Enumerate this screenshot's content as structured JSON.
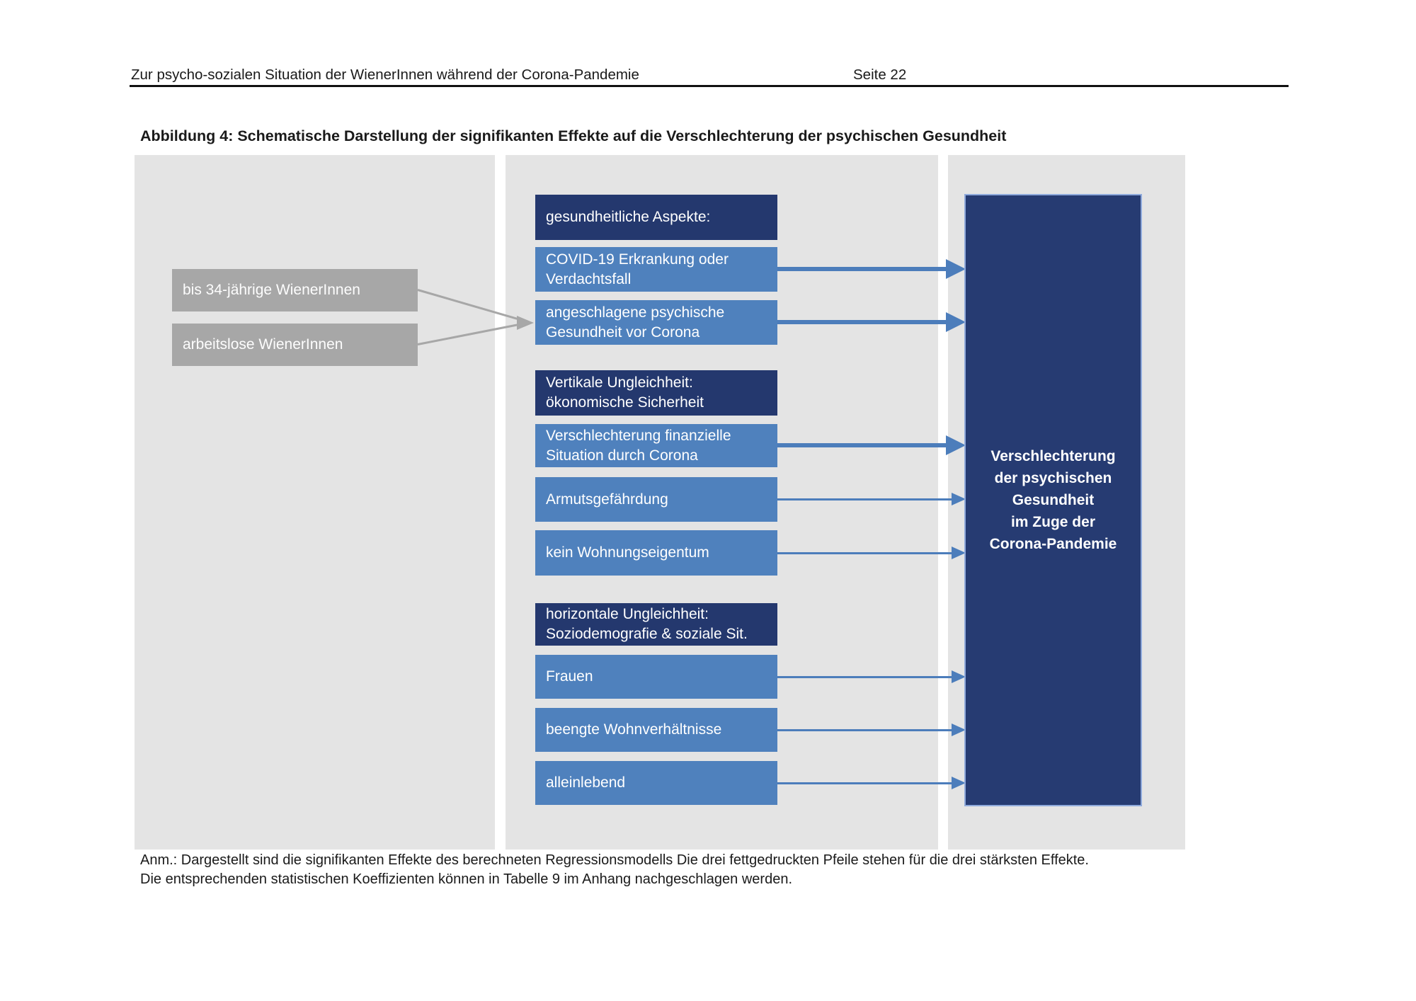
{
  "page": {
    "header": {
      "title": "Zur psycho-sozialen Situation der WienerInnen während der Corona-Pandemie",
      "page_label": "Seite 22"
    },
    "figure_title": "Abbildung 4: Schematische Darstellung der signifikanten Effekte auf die Verschlechterung der psychischen Gesundheit",
    "note_line1": "Anm.: Dargestellt sind die signifikanten Effekte des berechneten Regressionsmodells Die drei fettgedruckten Pfeile stehen für die drei stärksten Effekte.",
    "note_line2": "Die entsprechenden statistischen Koeffizienten können in Tabelle 9 im Anhang nachgeschlagen werden."
  },
  "diagram": {
    "left_predictors": [
      {
        "label": "bis 34-jährige WienerInnen"
      },
      {
        "label": "arbeitslose WienerInnen"
      }
    ],
    "groups": [
      {
        "header": "gesundheitliche Aspekte:",
        "items": [
          {
            "label": "COVID-19 Erkrankung oder\nVerdachtsfall",
            "arrow": "strong"
          },
          {
            "label": "angeschlagene psychische\nGesundheit vor Corona",
            "arrow": "strong"
          }
        ]
      },
      {
        "header": "Vertikale Ungleichheit:\nökonomische Sicherheit",
        "items": [
          {
            "label": "Verschlechterung finanzielle\nSituation durch Corona",
            "arrow": "strong"
          },
          {
            "label": "Armutsgefährdung",
            "arrow": "weak"
          },
          {
            "label": "kein Wohnungseigentum",
            "arrow": "weak"
          }
        ]
      },
      {
        "header": "horizontale Ungleichheit:\nSoziodemografie & soziale Sit.",
        "items": [
          {
            "label": "Frauen",
            "arrow": "weak"
          },
          {
            "label": "beengte Wohnverhältnisse",
            "arrow": "weak"
          },
          {
            "label": "alleinlebend",
            "arrow": "weak"
          }
        ]
      }
    ],
    "outcome": {
      "label": "Verschlechterung\nder psychischen\nGesundheit\nim Zuge der\nCorona-Pandemie"
    },
    "colors": {
      "navy": "#263b72",
      "blue": "#4f81bd",
      "gray_box": "#a7a7a7",
      "panel_background": "#e4e4e4",
      "arrow_blue": "#4c7dbb",
      "outcome_border": "#8faadc"
    }
  }
}
